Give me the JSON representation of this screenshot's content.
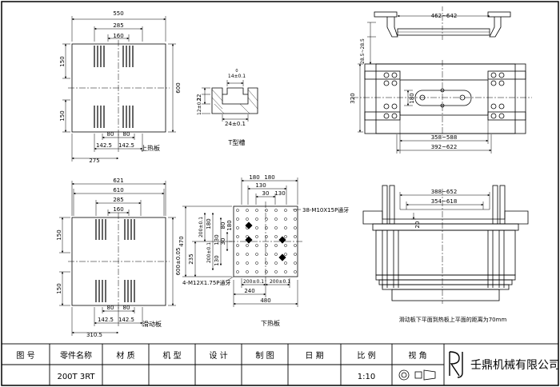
{
  "upper_platen": {
    "caption": "上热板",
    "dims": {
      "w550": "550",
      "w285": "285",
      "w160": "160",
      "h150a": "150",
      "h150b": "150",
      "h600": "600",
      "d80a": "80",
      "d80b": "80",
      "d1425a": "142.5",
      "d1425b": "142.5",
      "d275": "275"
    }
  },
  "t_slot": {
    "caption": "T型槽",
    "dims": {
      "top": "14±0.1",
      "topsub": "0",
      "d22": "22",
      "d12": "12±0.1",
      "bottom": "24±0.1"
    }
  },
  "side_view": {
    "dims": {
      "w462": "462~642",
      "h285": "28.5~28.5",
      "h320": "320",
      "h180": "180",
      "w358": "358~588",
      "w392": "392~622"
    }
  },
  "sliding_plate": {
    "caption": "滑动板",
    "dims": {
      "w621": "621",
      "w610": "610",
      "w285": "285",
      "w160": "160",
      "h150a": "150",
      "h150b": "150",
      "h600": "600±0.05",
      "d80a": "80",
      "d80b": "80",
      "d1425a": "142.5",
      "d1425b": "142.5",
      "d3105": "310.5"
    }
  },
  "lower_platen": {
    "caption": "下热板",
    "note_top": "38-M10X15P通牙",
    "note_left": "4-M12X1.75P通牙",
    "dims": {
      "t180": "180",
      "t130": "130",
      "t30": "30",
      "t130b": "130",
      "t180b": "180",
      "h470": "470",
      "h235": "235",
      "v200a": "200±0.1",
      "v200b": "200±0.1",
      "v180": "180",
      "v130": "130",
      "v30": "30",
      "v130b": "130",
      "v80": "80",
      "v180b": "180",
      "b200a": "200±0.1",
      "b200b": "200±0.1",
      "b240": "240",
      "b480": "480"
    }
  },
  "front_view": {
    "dims": {
      "w388": "388~652",
      "w354": "354~618",
      "h20": "20"
    },
    "note": "滑动板下平面到热板上平面的距离为70mm"
  },
  "title_block": {
    "headers": [
      "图 号",
      "零件名称",
      "材 质",
      "机 型",
      "设 计",
      "制 图",
      "日 期",
      "比 例",
      "视 角"
    ],
    "values": {
      "part": "200T 3RT",
      "scale": "1:10"
    },
    "logo_text": "RJ",
    "company": "壬鼎机械有限公司"
  }
}
